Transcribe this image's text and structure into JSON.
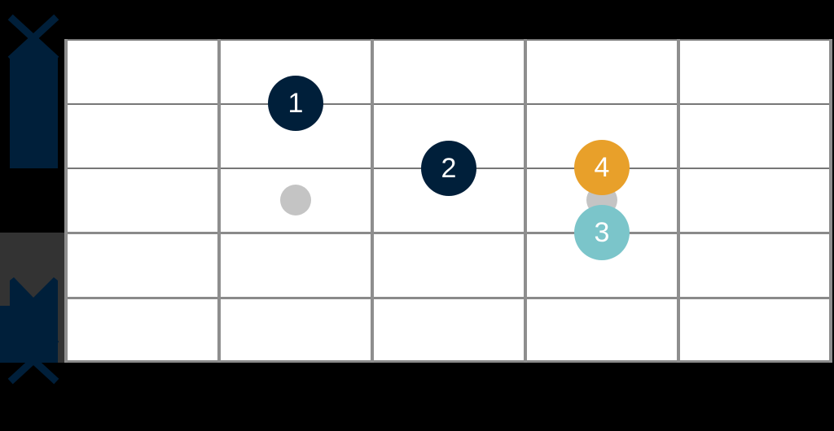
{
  "diagram": {
    "type": "guitar-chord-fretboard",
    "orientation": "horizontal",
    "frets_shown": 5,
    "strings": 6,
    "colors": {
      "background": "#000000",
      "board": "#ffffff",
      "fret_line": "#8e8e8e",
      "string_line": "#777777",
      "navy": "#001f3a",
      "orange": "#e8a02a",
      "teal": "#7bc5ca",
      "inlay": "#c4c4c4",
      "band": "#333333"
    },
    "muted_markers": [
      {
        "position": "top",
        "symbol": "X"
      },
      {
        "position": "bottom",
        "symbol": "X"
      }
    ],
    "finger_dots": [
      {
        "label": "1",
        "fret": 2,
        "string_row": 1,
        "color": "#001f3a"
      },
      {
        "label": "2",
        "fret": 3,
        "string_row": 2,
        "color": "#001f3a"
      },
      {
        "label": "4",
        "fret": 4,
        "string_row": 2,
        "color": "#e8a02a"
      },
      {
        "label": "3",
        "fret": 4,
        "string_row": 3,
        "color": "#7bc5ca"
      }
    ],
    "inlays": [
      {
        "fret": 2,
        "color": "#c4c4c4"
      },
      {
        "fret": 4,
        "color": "#c4c4c4"
      }
    ]
  }
}
